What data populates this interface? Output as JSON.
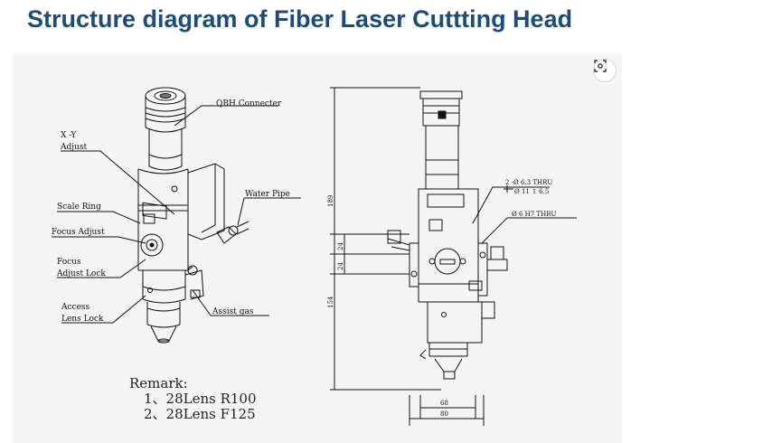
{
  "title": "Structure diagram of Fiber Laser Cuttting Head",
  "labels": {
    "qbh": "QBH Connecter",
    "xy1": "X -Y",
    "xy2": "Adjust",
    "scale": "Scale Ring",
    "water": "Water Pipe",
    "focus_adj": "Focus Adjust",
    "focus1": "Focus",
    "focus2": "Adjust Lock",
    "access1": "Access",
    "access2": "Lens Lock",
    "assist": "Assist gas"
  },
  "dims": {
    "overall": "189",
    "d24a": "24",
    "d24b": "24",
    "d154": "154",
    "w68": "68",
    "w80": "80",
    "hole1a": "2 -Ø 6.3 THRU",
    "hole1b": "Ø 11 ↧ 6.5",
    "hole2": "Ø 6 H7 THRU"
  },
  "remark": {
    "title": "Remark:",
    "line1": "1、28Lens  R100",
    "line2": "2、28Lens  F125"
  },
  "icons": {
    "expand": "expand-icon"
  },
  "colors": {
    "title": "#1a4d7c",
    "figure_bg": "#f5f5f5",
    "line": "#111111"
  }
}
